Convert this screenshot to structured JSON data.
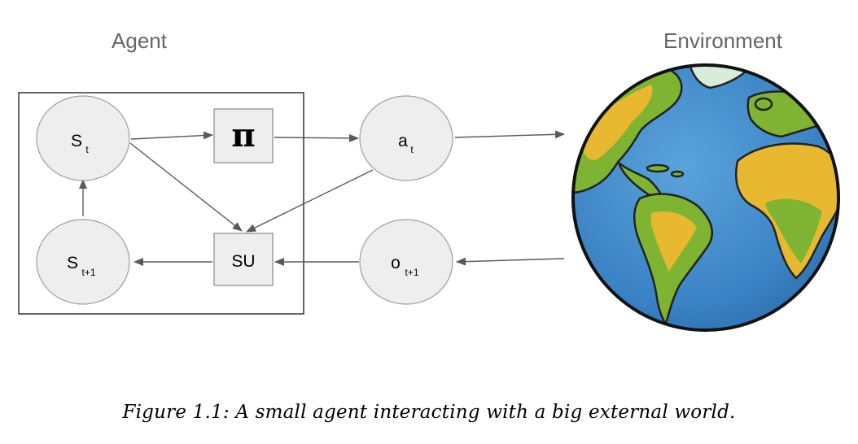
{
  "headings": {
    "agent": "Agent",
    "environment": "Environment"
  },
  "nodes": {
    "s_t": {
      "base": "S",
      "sub": "t"
    },
    "s_t1": {
      "base": "S",
      "sub": "t+1"
    },
    "pi": {
      "label": "π"
    },
    "su": {
      "label": "SU"
    },
    "a_t": {
      "base": "a",
      "sub": "t"
    },
    "o_t1": {
      "base": "o",
      "sub": "t+1"
    }
  },
  "caption": "Figure 1.1: A small agent interacting with a big external world.",
  "colors": {
    "node_fill": "#eeeeee",
    "node_stroke": "#9e9e9e",
    "arrow": "#595959",
    "heading": "#666666",
    "ocean": "#3d86c6",
    "land_green": "#7fb332",
    "land_yellow": "#e7b830",
    "ice": "#d7ecd9"
  },
  "icons": {
    "globe": "earth-globe-icon"
  }
}
